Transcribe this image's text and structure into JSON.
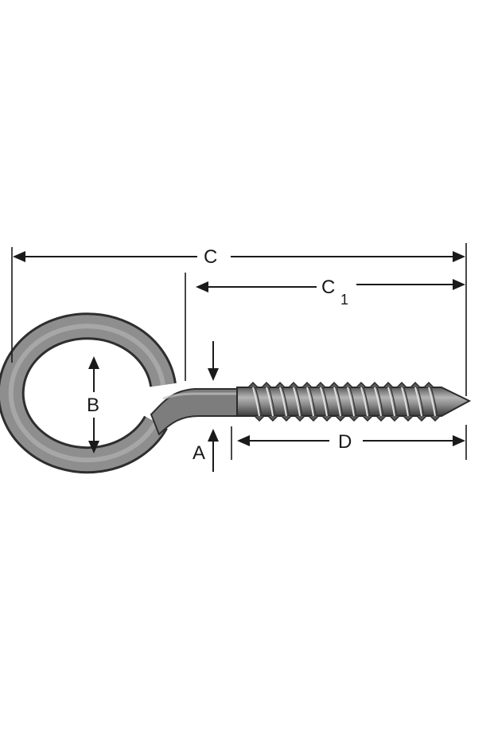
{
  "labels": {
    "C": "C",
    "C1": "C",
    "C1_sub": "1",
    "B": "B",
    "A": "A",
    "D": "D"
  },
  "colors": {
    "ink": "#1a1a1a",
    "metal": "#8a8a8a",
    "metal_dark": "#3a3a3a",
    "background": "#ffffff"
  }
}
